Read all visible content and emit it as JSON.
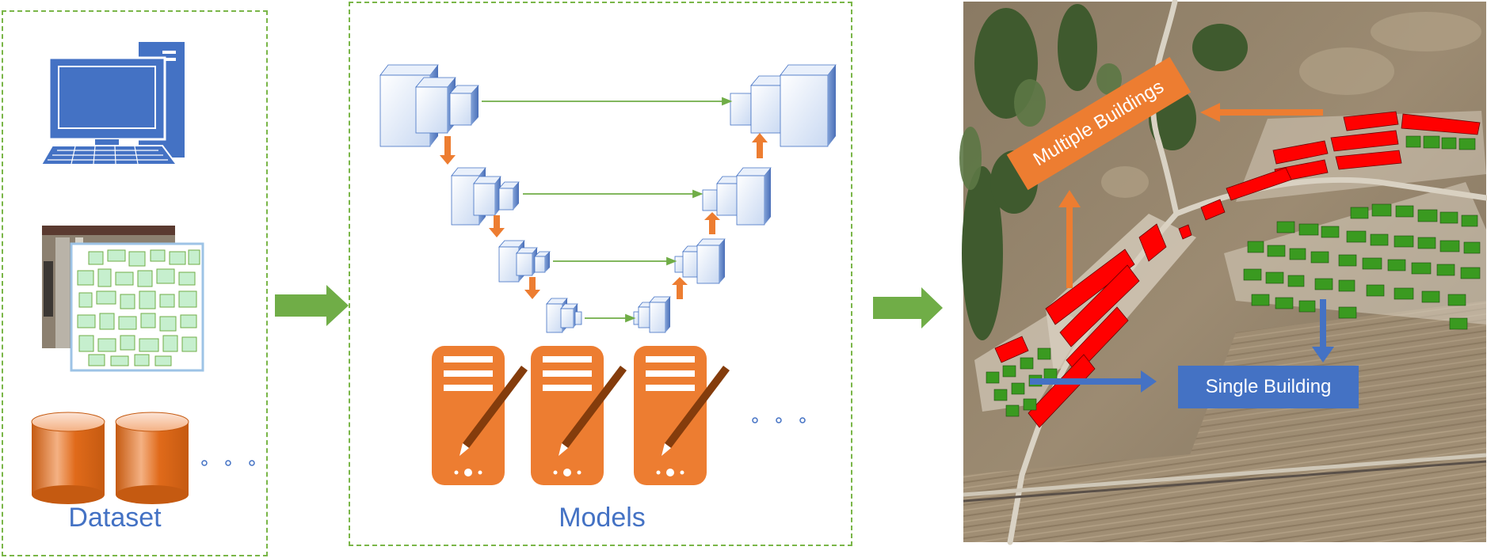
{
  "panels": {
    "dataset": {
      "caption": "Dataset"
    },
    "models": {
      "caption": "Models"
    }
  },
  "result": {
    "multiple_label": "Multiple Buildings",
    "single_label": "Single Building"
  },
  "colors": {
    "dash_border": "#7ab648",
    "flow_arrow": "#70ad47",
    "caption_text": "#4472c4",
    "accent_orange": "#ed7d31",
    "accent_blue": "#4472c4",
    "building_multiple": "#ff0000",
    "building_single": "#3a9a20"
  }
}
